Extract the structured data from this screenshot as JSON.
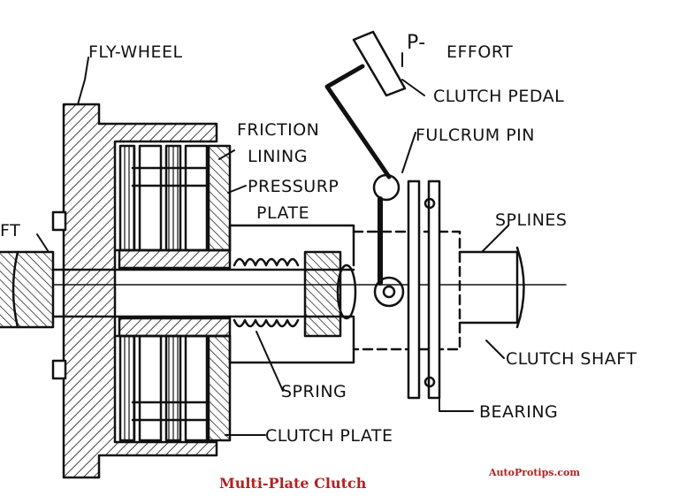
{
  "labels": {
    "fly_wheel": "FLY-WHEEL",
    "p": "P-",
    "effort": "EFFORT",
    "clutch_pedal": "CLUTCH PEDAL",
    "fulcrum_pin": "FULCRUM PIN",
    "friction_lining_1": "FRICTION",
    "friction_lining_2": "LINING",
    "pressure_plate_1": "PRESSURP",
    "pressure_plate_2": "PLATE",
    "splines": "SPLINES",
    "shaft": "FT",
    "clutch_shaft": "CLUTCH SHAFT",
    "spring": "SPRING",
    "bearing": "BEARING",
    "clutch_plate": "CLUTCH PLATE"
  },
  "caption": {
    "title": "Multi-Plate Clutch",
    "watermark": "AutoProtips.com",
    "color": "#b22222"
  },
  "colors": {
    "ink": "#111111",
    "paper": "#ffffff"
  }
}
